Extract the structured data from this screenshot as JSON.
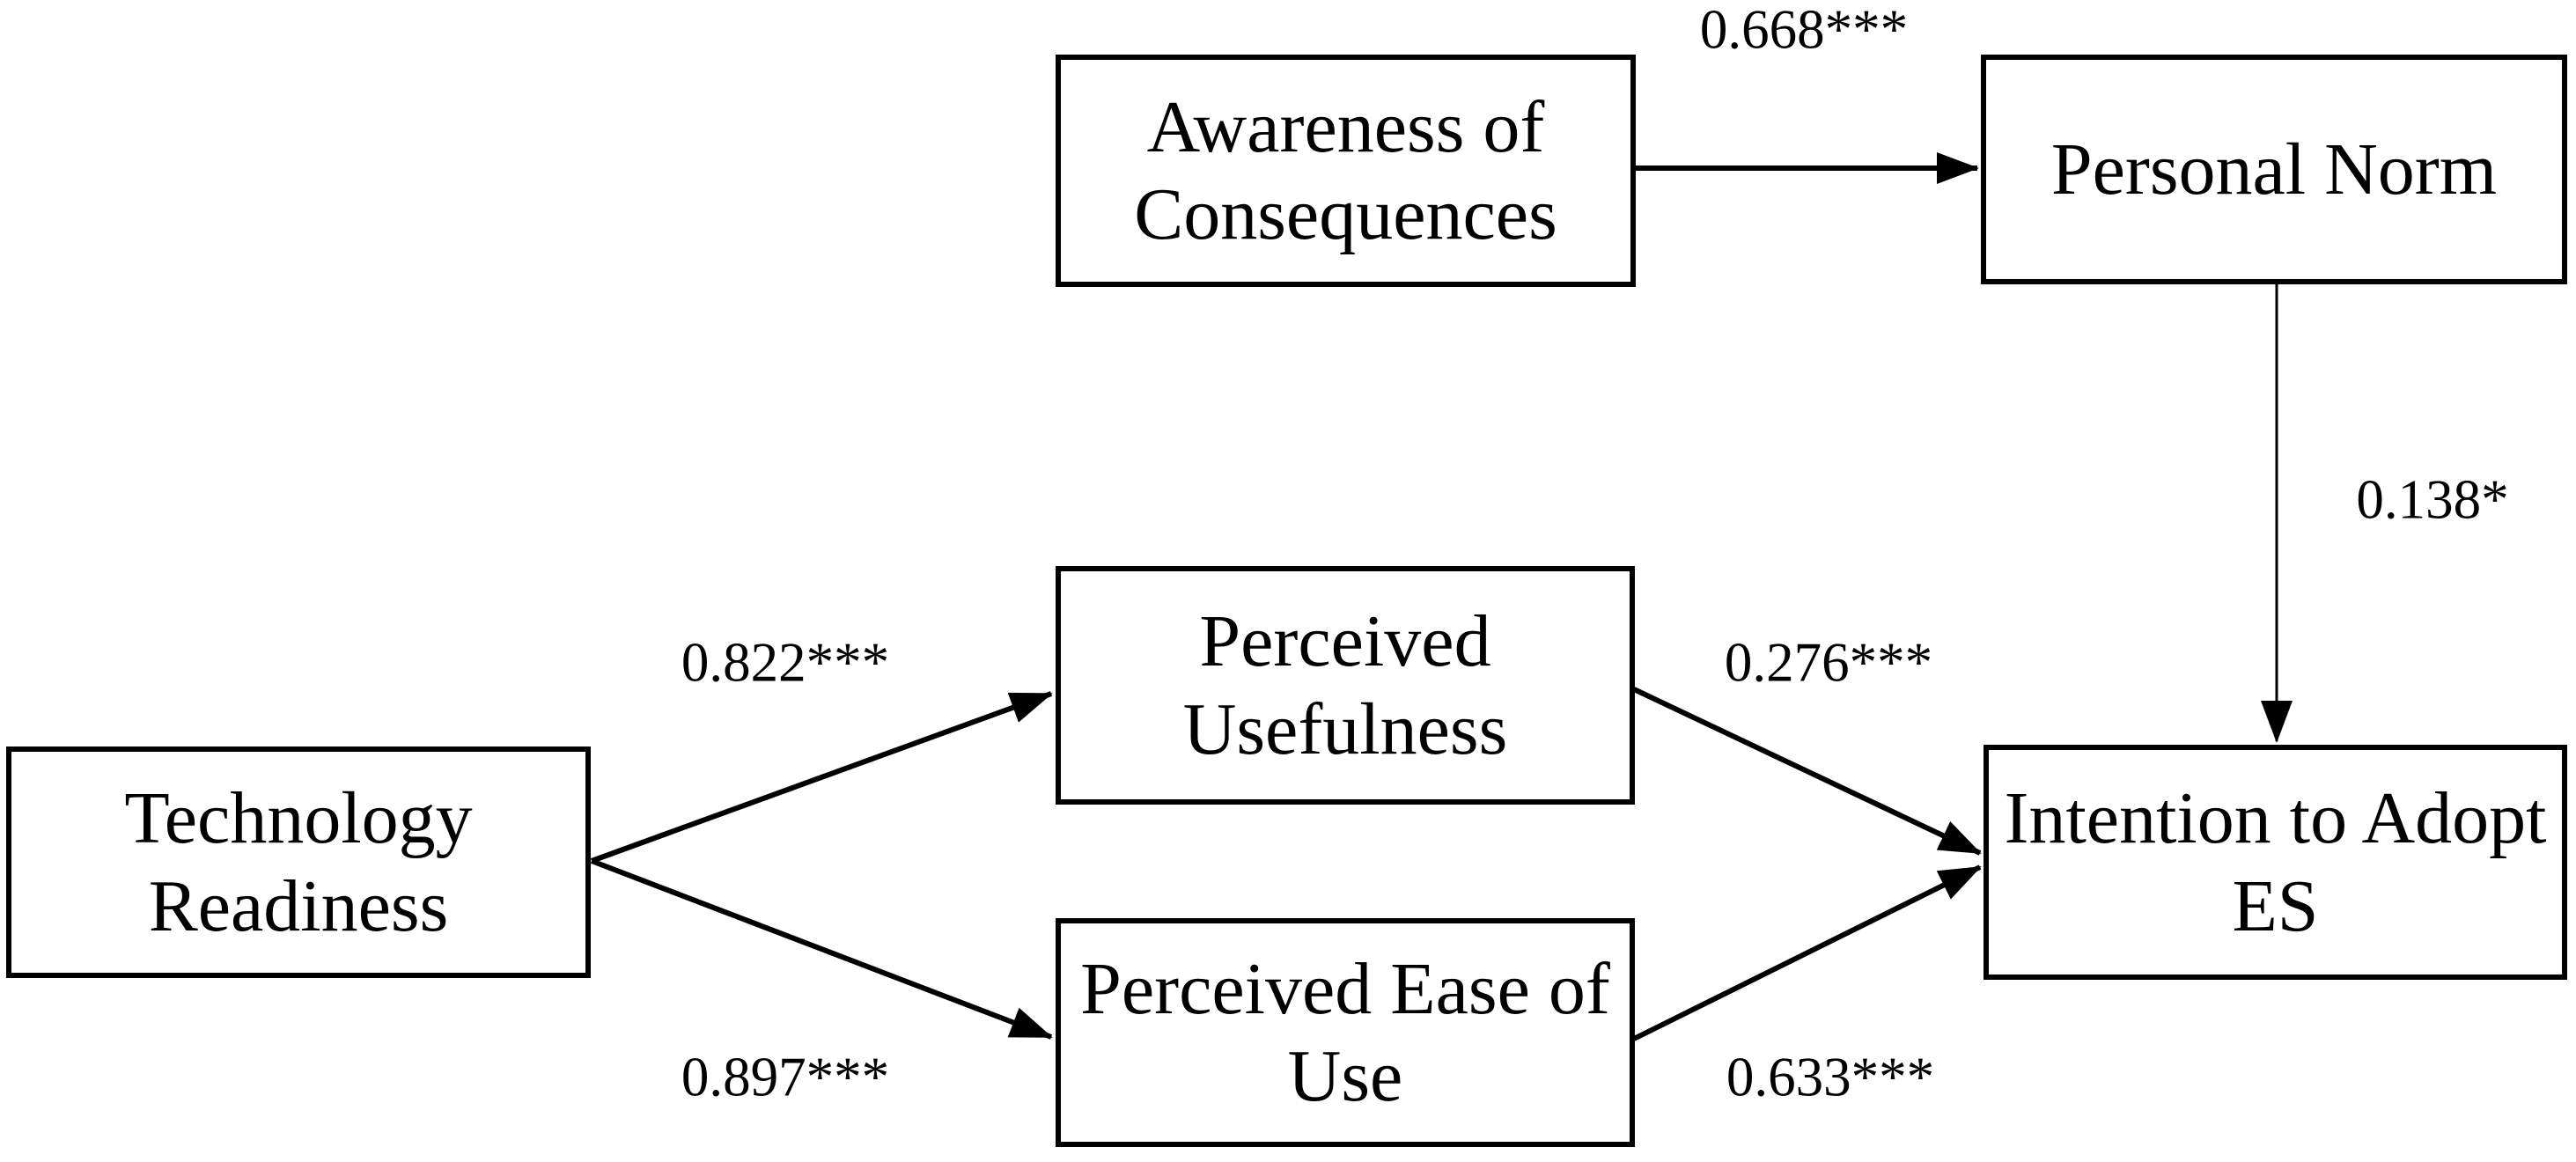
{
  "diagram": {
    "type": "path-model",
    "background_color": "#ffffff",
    "box_fill_color": "#ffffff",
    "line_color": "#000000",
    "text_color": "#000000"
  },
  "nodes": {
    "awareness_of_consequences": {
      "label": "Awareness of\nConsequences"
    },
    "personal_norm": {
      "label": "Personal Norm"
    },
    "technology_readiness": {
      "label": "Technology\nReadiness"
    },
    "perceived_usefulness": {
      "label": "Perceived\nUsefulness"
    },
    "perceived_ease_of_use": {
      "label": "Perceived Ease of\nUse"
    },
    "intention_to_adopt_es": {
      "label": "Intention to Adopt\nES"
    }
  },
  "edges": {
    "ac_to_pn": {
      "from": "awareness_of_consequences",
      "to": "personal_norm",
      "label": "0.668***"
    },
    "pn_to_ia": {
      "from": "personal_norm",
      "to": "intention_to_adopt_es",
      "label": "0.138*"
    },
    "tr_to_pu": {
      "from": "technology_readiness",
      "to": "perceived_usefulness",
      "label": "0.822***"
    },
    "tr_to_peu": {
      "from": "technology_readiness",
      "to": "perceived_ease_of_use",
      "label": "0.897***"
    },
    "pu_to_ia": {
      "from": "perceived_usefulness",
      "to": "intention_to_adopt_es",
      "label": "0.276***"
    },
    "peu_to_ia": {
      "from": "perceived_ease_of_use",
      "to": "intention_to_adopt_es",
      "label": "0.633***"
    }
  }
}
